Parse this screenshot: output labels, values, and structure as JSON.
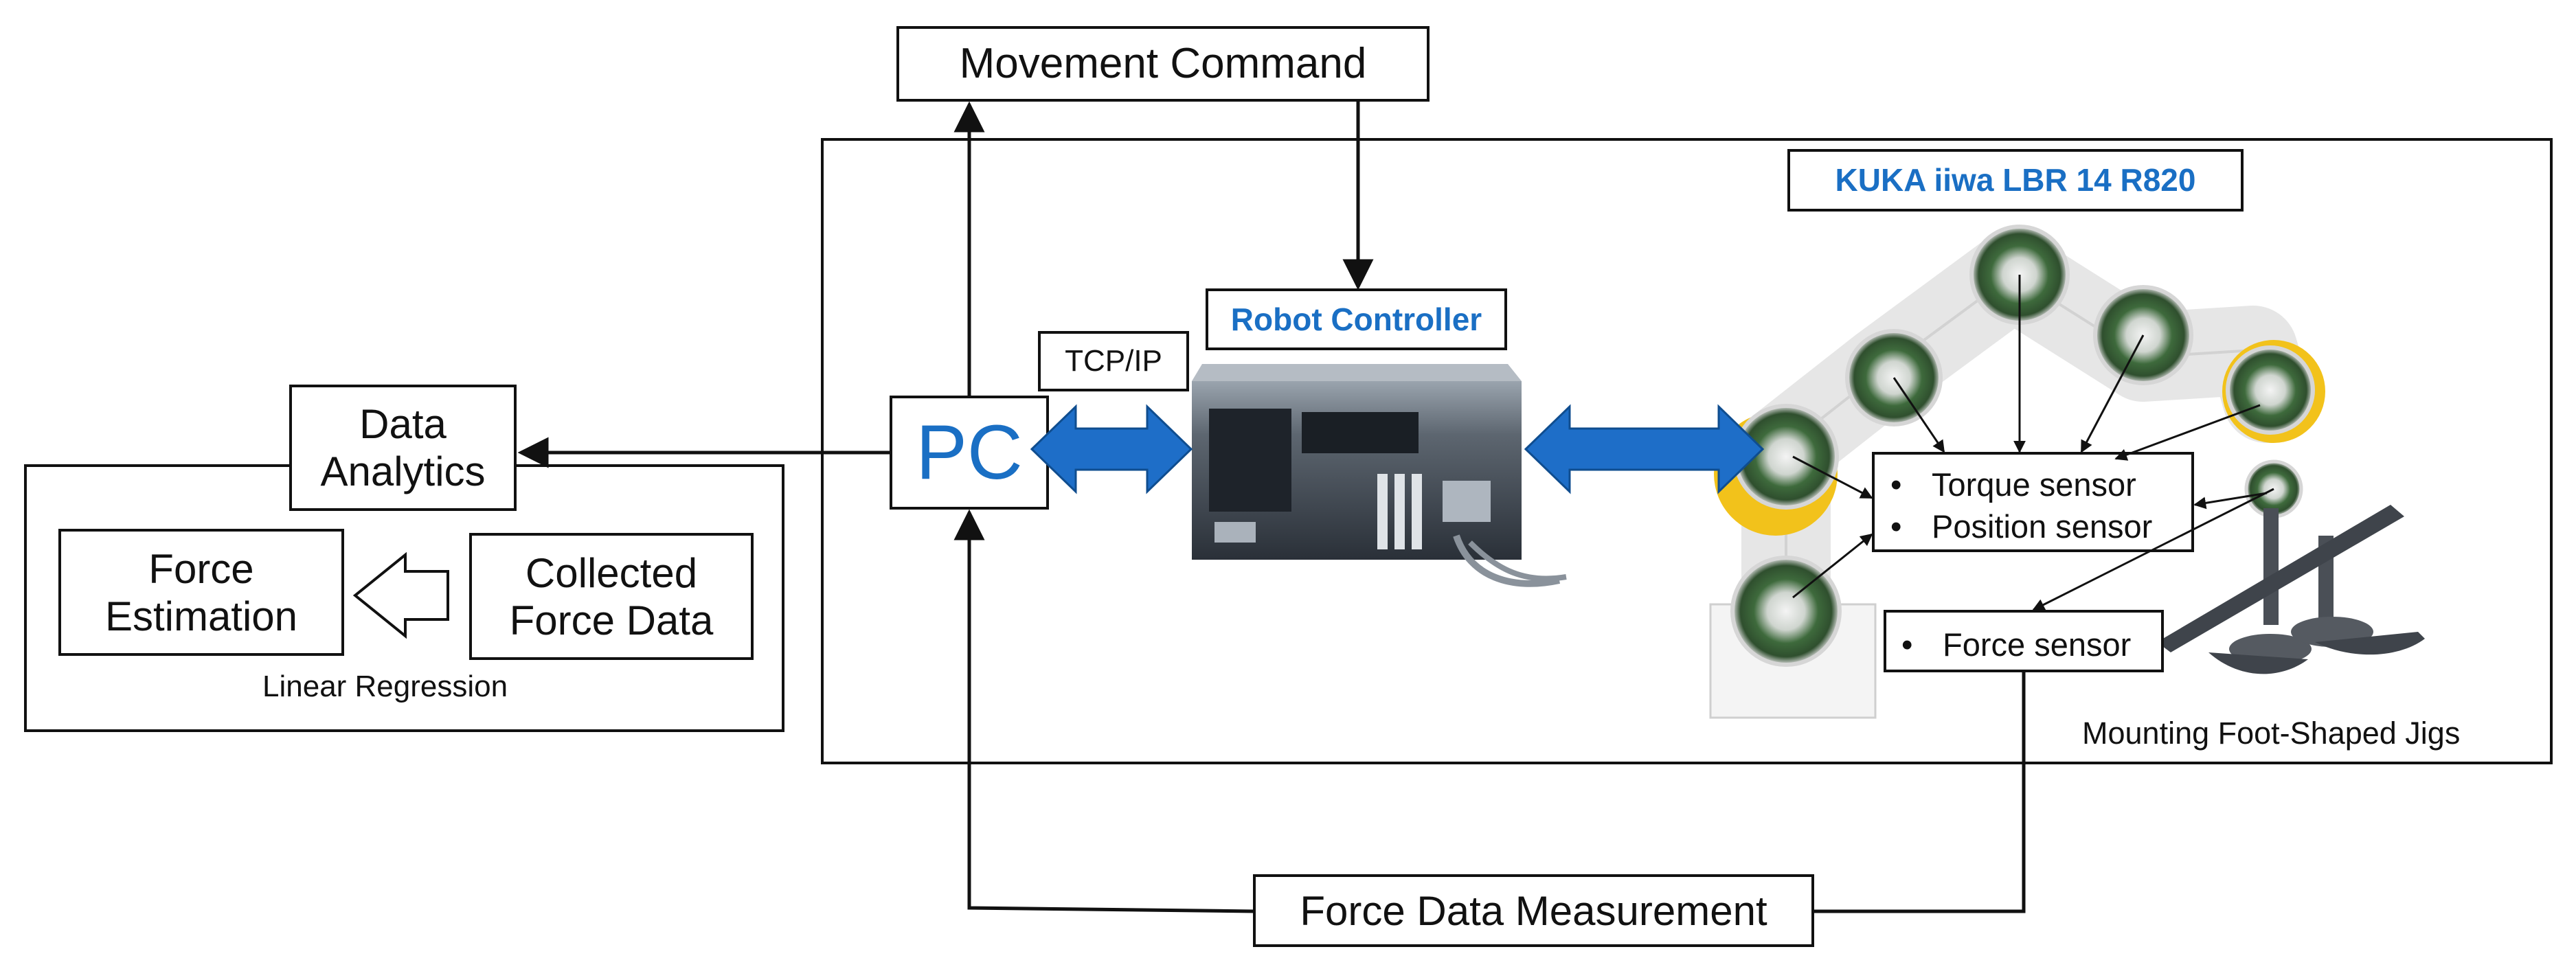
{
  "movement_command": "Movement Command",
  "kuka_label": "KUKA iiwa LBR 14 R820",
  "robot_controller": "Robot Controller",
  "tcp_ip": "TCP/IP",
  "pc": "PC",
  "data_analytics": "Data\nAnalytics",
  "force_estimation": "Force\nEstimation",
  "collected_force_data": "Collected\nForce Data",
  "linear_regression": "Linear Regression",
  "sensors": [
    "Torque sensor",
    "Position sensor"
  ],
  "force_sensor": "Force sensor",
  "mounting": "Mounting Foot-Shaped Jigs",
  "force_data_measurement": "Force Data Measurement",
  "colors": {
    "accent_blue": "#1a6fc4",
    "arrow_blue": "#1e6ec8",
    "robot_yellow": "#f2c21b",
    "sensor_green": "#3e6a3c"
  }
}
